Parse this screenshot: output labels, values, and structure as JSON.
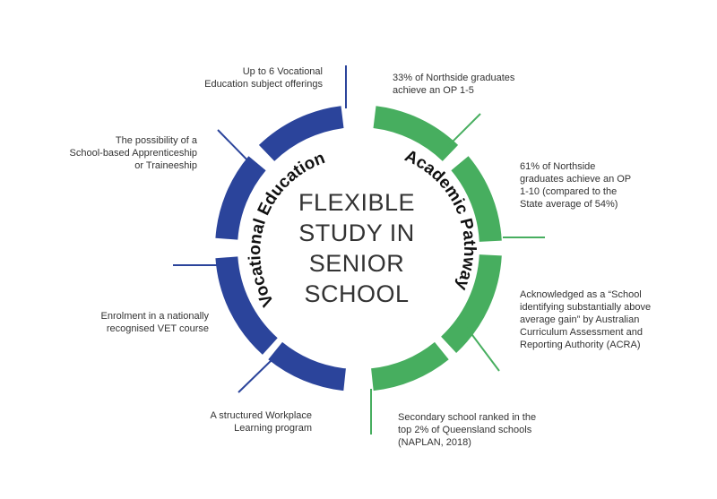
{
  "colors": {
    "vocational": "#2b449b",
    "academic": "#47ae5f",
    "text": "#333333"
  },
  "center_title": [
    "FLEXIBLE",
    "STUDY IN",
    "SENIOR",
    "SCHOOL"
  ],
  "vocational_title": "Vocational Education",
  "academic_title": "Academic Pathway",
  "vocational_items": [
    "Up to 6 Vocational\nEducation subject offerings",
    "The possibility of a\nSchool-based Apprenticeship\nor Traineeship",
    "Enrolment in a nationally\nrecognised VET course",
    "A structured Workplace\nLearning program"
  ],
  "academic_items": [
    "33% of Northside graduates\nachieve an OP 1-5",
    "61% of Northside\ngraduates achieve an OP\n1-10 (compared to the\nState average of 54%)",
    "Acknowledged as a “School\nidentifying substantially above\naverage gain” by Australian\nCurriculum Assessment and\nReporting Authority (ACRA)",
    "Secondary school ranked in the\ntop 2% of Queensland schools\n(NAPLAN, 2018)"
  ]
}
